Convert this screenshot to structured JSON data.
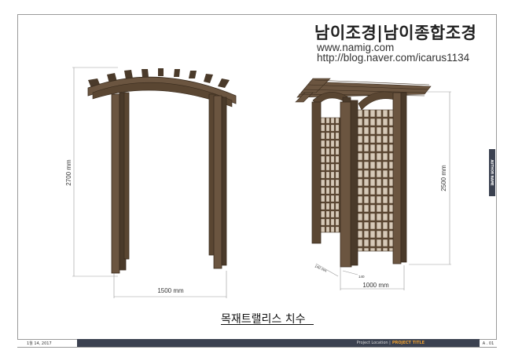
{
  "title_block": {
    "company": "남이조경|남이종합조경",
    "website": "www.namig.com",
    "blog": "http://blog.naver.com/icarus1134"
  },
  "caption": "목재트랠리스 치수",
  "left_drawing": {
    "height_label": "2700 mm",
    "width_label": "1500 mm"
  },
  "right_drawing": {
    "height_label": "2500 mm",
    "width_label": "1000 mm",
    "post_label_a": "140 mm",
    "post_label_b": "140"
  },
  "side_tab": "AUTHOR NAME",
  "footer": {
    "date": "1월 14, 2017",
    "project_location": "Project Location |",
    "project_title": "PROJECT TITLE",
    "page": "A . 01"
  },
  "colors": {
    "wood_dark": "#4a3a2a",
    "wood_mid": "#6b5540",
    "wood_light": "#8a7055",
    "footer_bar": "#3b4150",
    "accent": "#f0a030"
  }
}
